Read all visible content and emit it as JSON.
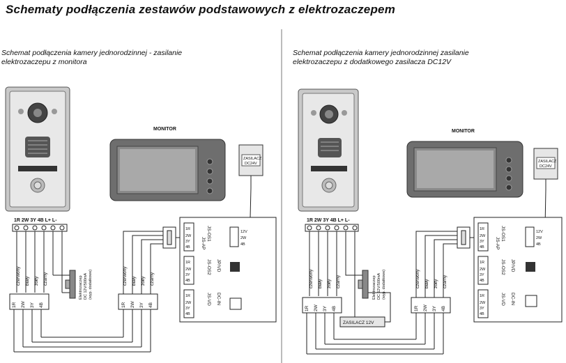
{
  "title": "Schematy podłączenia zestawów podstawowych z elektrozaczepem",
  "left": {
    "caption_line1": "Schemat  podłączenia  kamery  jednorodzinnej  -  zasilanie",
    "caption_line2": "elektrozaczepu z monitora",
    "monitor_label": "MONITOR",
    "psu_line1": "ZASILACZ",
    "psu_line2": "DC24V",
    "camera_terminals": "1R 2W 3Y 4B L+ L-",
    "wire_colors": [
      "czerwony",
      "biały",
      "żółty",
      "czarny"
    ],
    "terminal_pins": [
      "1R",
      "2W",
      "3Y",
      "4B"
    ],
    "lock_line1": "Elektrozaczep",
    "lock_line2": "DC 12V/500mA",
    "lock_line3": "(wyp. dodatkowe)",
    "ports": [
      "JS-AP",
      "JS-OS1",
      "JS-OS2",
      "JP/VD",
      "JS-VD",
      "DC-IN"
    ],
    "power_pins": [
      "12V",
      "2W",
      "4B"
    ]
  },
  "right": {
    "caption_line1": "Schemat  podłączenia  kamery  jednorodzinnej  zasilanie",
    "caption_line2": "elektrozaczepu z dodatkowego zasilacza DC12V",
    "monitor_label": "MONITOR",
    "psu_line1": "ZASILACZ",
    "psu_line2": "DC24V",
    "camera_terminals": "1R 2W 3Y 4B L+ L-",
    "wire_colors": [
      "czerwony",
      "biały",
      "żółty",
      "czarny"
    ],
    "terminal_pins": [
      "1R",
      "2W",
      "3Y",
      "4B"
    ],
    "lock_line1": "Elektrozaczep",
    "lock_line2": "DC 12V/500mA",
    "lock_line3": "(wyp. dodatkowe)",
    "extra_psu": "ZASILACZ 12V",
    "ports": [
      "JS-AP",
      "JS-OS1",
      "JS-OS2",
      "JP/VD",
      "JS-VD",
      "DC-IN"
    ],
    "power_pins": [
      "12V",
      "2W",
      "4B"
    ]
  }
}
